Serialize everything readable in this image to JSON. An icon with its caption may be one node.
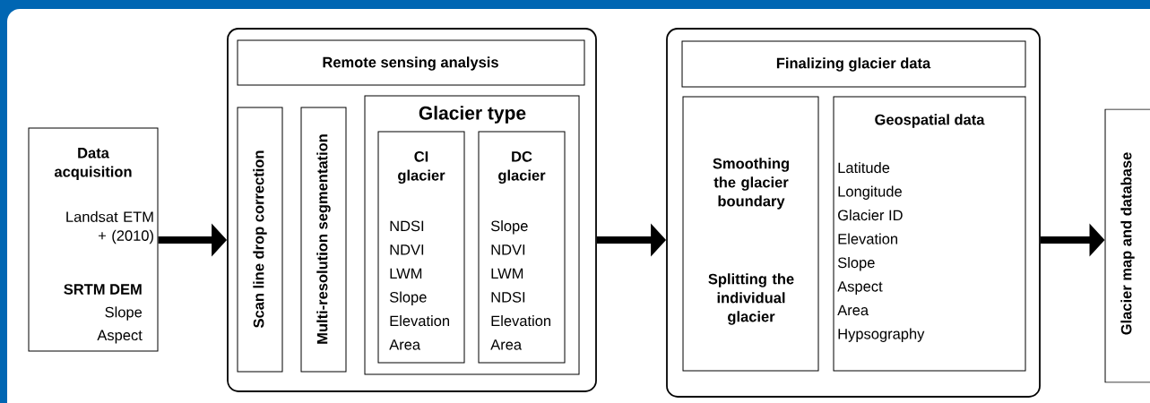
{
  "diagram": {
    "nodes": [
      {
        "text": [
          "Data acquisition",
          "Landsat ETM + (2010)",
          "SRTM DEM",
          "Slope",
          "Aspect"
        ]
      },
      {
        "text": [],
        "shape": "box"
      },
      {
        "text": [
          "Remote sensing analysis"
        ],
        "in": 1
      },
      {
        "text": [
          "Scan line drop correction"
        ],
        "in": 1
      },
      {
        "text": [
          "Multi-resolution segmentation"
        ],
        "in": 1
      },
      {
        "text": [
          "Glacier type"
        ],
        "in": 1
      },
      {
        "text": [
          "CI glacier",
          "NDSI",
          "NDVI",
          "LWM",
          "Slope",
          "Elevation",
          "Area"
        ],
        "in": 5
      },
      {
        "text": [
          "DC glacier",
          "Slope",
          "NDVI",
          "LWM",
          "NDSI",
          "Elevation",
          "Area"
        ],
        "in": 5
      },
      {
        "text": [],
        "shape": "box"
      },
      {
        "text": [
          "Finalizing glacier data"
        ],
        "in": 8
      },
      {
        "text": [
          "Smoothing the glacier boundary",
          "Splitting the individual glacier"
        ],
        "in": 8
      },
      {
        "text": [
          "Geospatial data",
          "Latitude",
          "Longitude",
          "Glacier ID",
          "Elevation",
          "Slope",
          "Aspect",
          "Area",
          "Hypsography"
        ],
        "in": 8
      },
      {
        "text": [
          "Glacier map and database"
        ]
      }
    ],
    "edges": [
      {
        "from": 0,
        "to": 1,
        "arrow": "to"
      },
      {
        "from": 1,
        "to": 8,
        "arrow": "to"
      },
      {
        "from": 8,
        "to": 12,
        "arrow": "to"
      }
    ]
  }
}
